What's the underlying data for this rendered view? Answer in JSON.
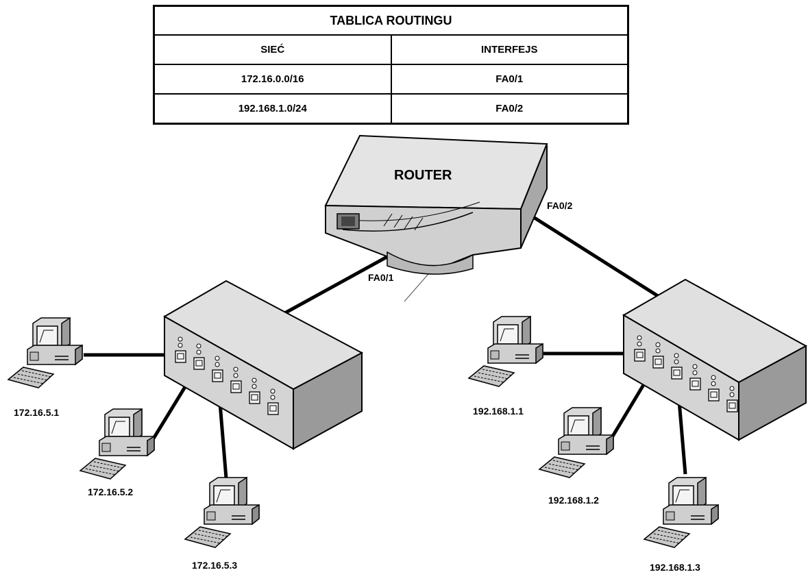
{
  "table": {
    "title": "TABLICA ROUTINGU",
    "headers": [
      "SIEĆ",
      "INTERFEJS"
    ],
    "rows": [
      [
        "172.16.0.0/16",
        "FA0/1"
      ],
      [
        "192.168.1.0/24",
        "FA0/2"
      ]
    ]
  },
  "router": {
    "label": "ROUTER",
    "port_left": "FA0/1",
    "port_right": "FA0/2"
  },
  "hosts_left": [
    "172.16.5.1",
    "172.16.5.2",
    "172.16.5.3"
  ],
  "hosts_right": [
    "192.168.1.1",
    "192.168.1.2",
    "192.168.1.3"
  ]
}
